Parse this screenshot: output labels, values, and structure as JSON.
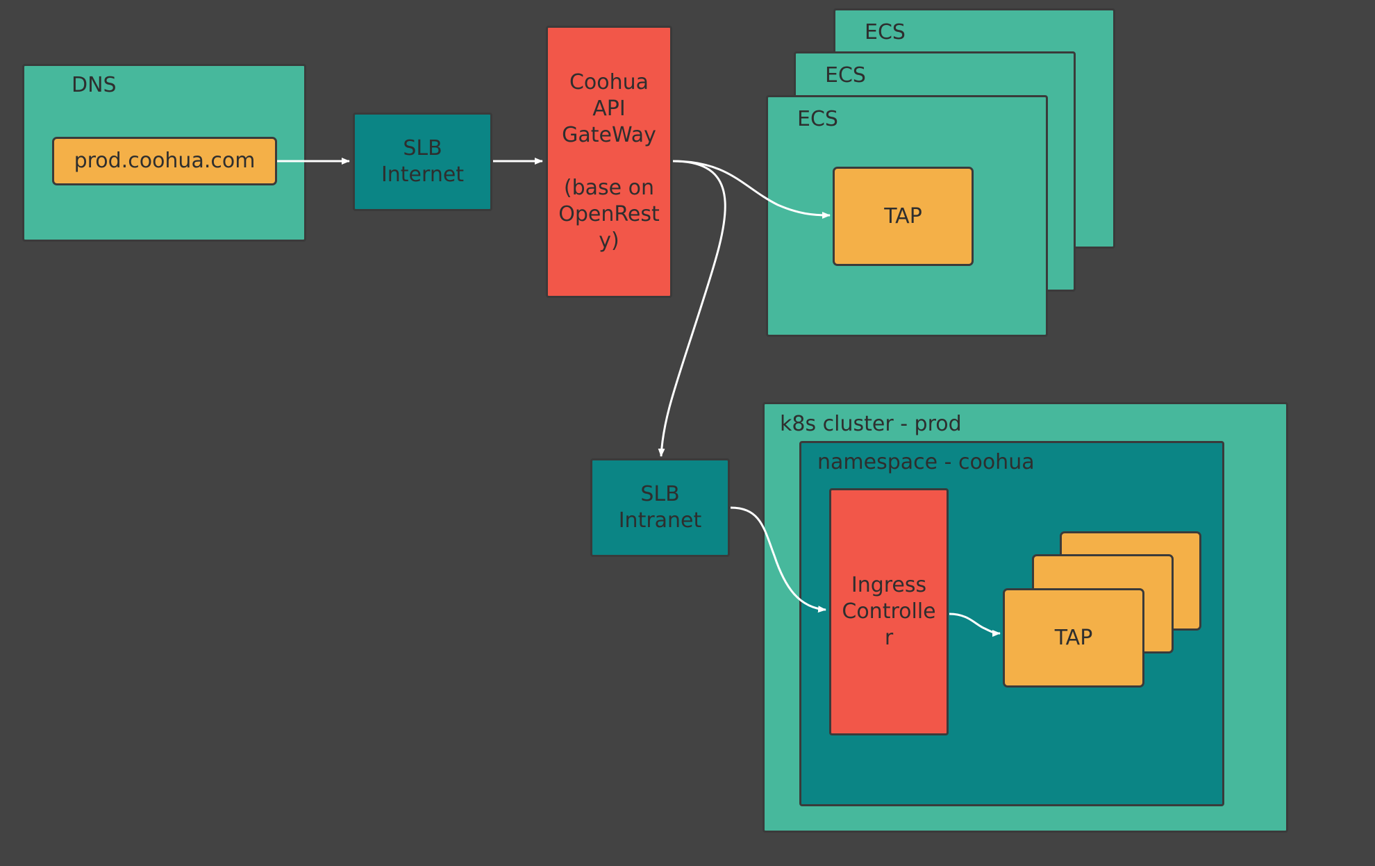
{
  "dns": {
    "title": "DNS",
    "domain": "prod.coohua.com"
  },
  "slb_internet": {
    "label": "SLB\nInternet"
  },
  "gateway": {
    "line1": "Coohua\nAPI\nGateWay",
    "line2": "(base on\nOpenRest\ny)"
  },
  "ecs": {
    "back": "ECS",
    "middle": "ECS",
    "front": "ECS",
    "service": "TAP"
  },
  "slb_intranet": {
    "label": "SLB\nIntranet"
  },
  "k8s": {
    "cluster_label": "k8s cluster - prod",
    "namespace_label": "namespace - coohua",
    "ingress": "Ingress\nControlle\nr",
    "pod": "TAP"
  },
  "colors": {
    "background": "#434343",
    "teal": "#47b89c",
    "dark_teal": "#0b8585",
    "orange": "#f4b048",
    "red": "#f25749",
    "arrow": "#ffffff"
  }
}
